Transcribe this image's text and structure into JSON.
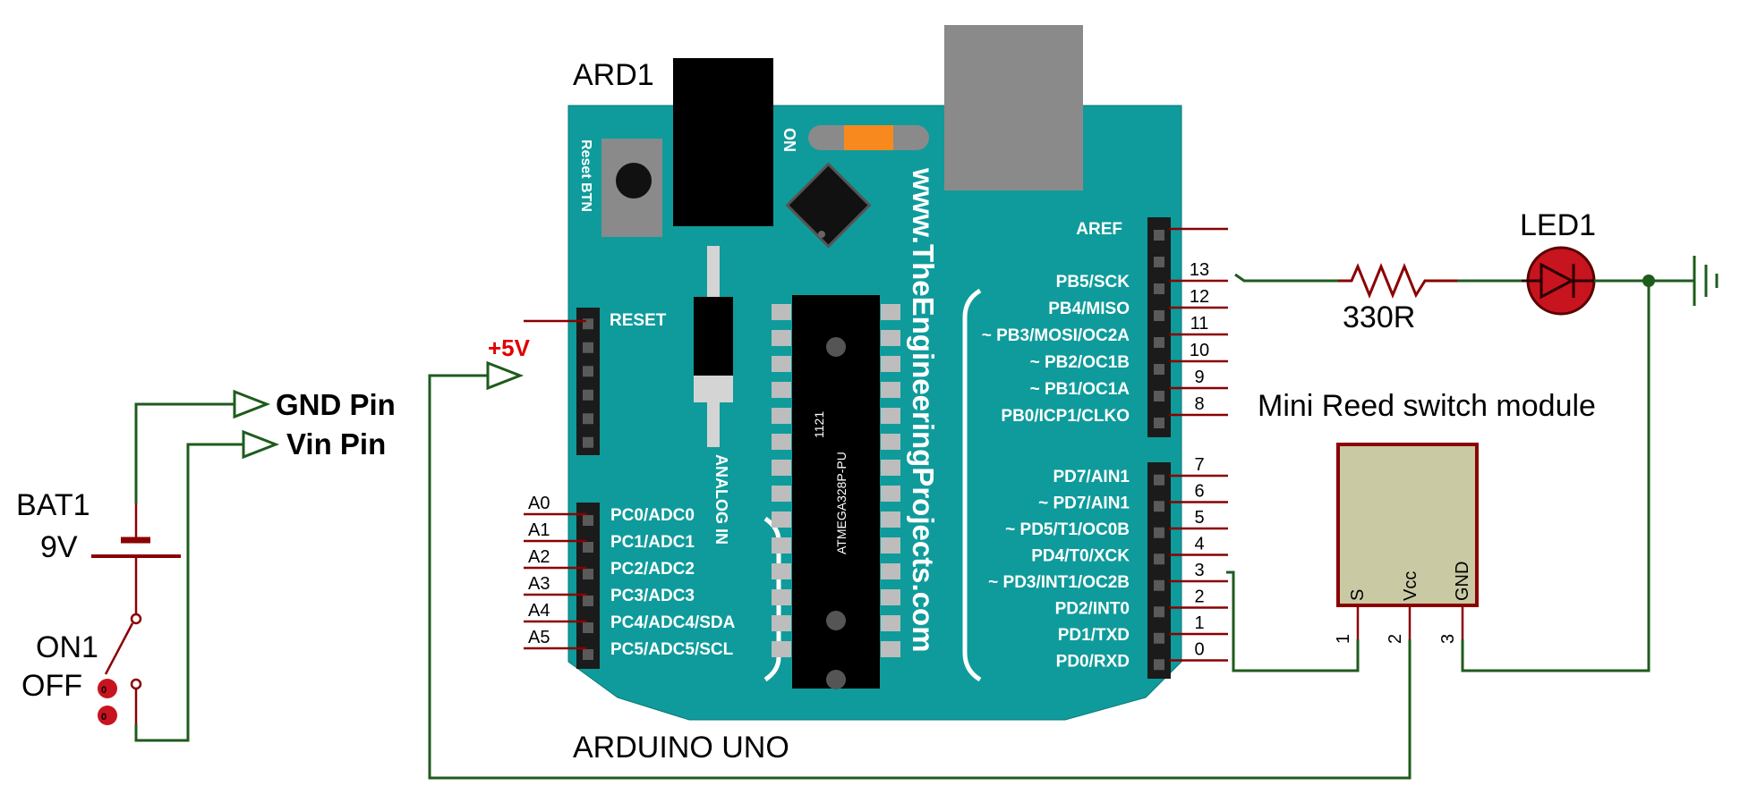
{
  "board": {
    "ref": "ARD1",
    "name": "ARDUINO UNO",
    "reset_button_label": "Reset BTN",
    "power_label": "ON",
    "analog_header_label": "ANALOG IN",
    "chip_text": "ATMEGA328P-PU",
    "chip_code": "1121",
    "website": "www.TheEngineeringProjects.com",
    "reset_pin_label": "RESET",
    "aref_label": "AREF",
    "digital_high_pins": [
      {
        "label": "PB5/SCK",
        "num": "13"
      },
      {
        "label": "PB4/MISO",
        "num": "12"
      },
      {
        "label": "~ PB3/MOSI/OC2A",
        "num": "11"
      },
      {
        "label": "~ PB2/OC1B",
        "num": "10"
      },
      {
        "label": "~ PB1/OC1A",
        "num": "9"
      },
      {
        "label": "PB0/ICP1/CLKO",
        "num": "8"
      }
    ],
    "digital_low_pins": [
      {
        "label": "PD7/AIN1",
        "num": "7"
      },
      {
        "label": "~ PD7/AIN1",
        "num": "6"
      },
      {
        "label": "~ PD5/T1/OC0B",
        "num": "5"
      },
      {
        "label": "PD4/T0/XCK",
        "num": "4"
      },
      {
        "label": "~ PD3/INT1/OC2B",
        "num": "3"
      },
      {
        "label": "PD2/INT0",
        "num": "2"
      },
      {
        "label": "PD1/TXD",
        "num": "1"
      },
      {
        "label": "PD0/RXD",
        "num": "0"
      }
    ],
    "analog_pins": [
      {
        "label": "PC0/ADC0",
        "name": "A0"
      },
      {
        "label": "PC1/ADC1",
        "name": "A1"
      },
      {
        "label": "PC2/ADC2",
        "name": "A2"
      },
      {
        "label": "PC3/ADC3",
        "name": "A3"
      },
      {
        "label": "PC4/ADC4/SDA",
        "name": "A4"
      },
      {
        "label": "PC5/ADC5/SCL",
        "name": "A5"
      }
    ]
  },
  "battery": {
    "ref": "BAT1",
    "value": "9V"
  },
  "switch": {
    "on_label": "ON1",
    "off_label": "OFF"
  },
  "terminals": {
    "gnd": "GND Pin",
    "vin": "Vin Pin",
    "plus5v": "+5V"
  },
  "resistor": {
    "value": "330R"
  },
  "led": {
    "ref": "LED1"
  },
  "reed_module": {
    "title": "Mini Reed switch module",
    "pin_names": [
      "S",
      "Vcc",
      "GND"
    ],
    "pin_numbers": [
      "1",
      "2",
      "3"
    ]
  },
  "colors": {
    "board": "#0f9b9b",
    "wire": "#1e5b1e",
    "pin": "#8b0000",
    "led": "#c8141e",
    "module": "#c9c9a4",
    "plus5v": "#e00000"
  }
}
